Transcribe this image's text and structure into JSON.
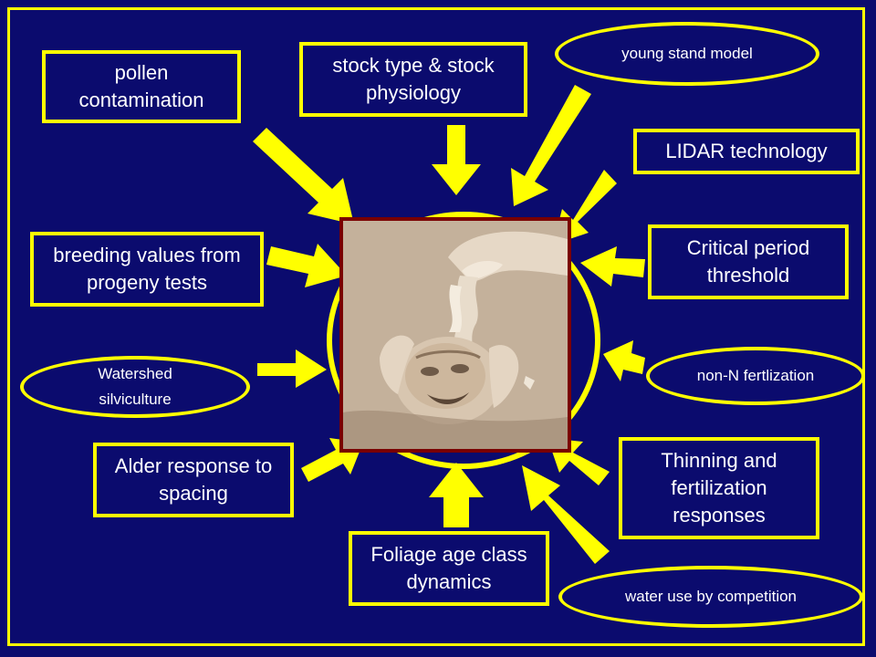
{
  "boxes": {
    "pollen": "pollen contamination",
    "stock_type": "stock type & stock physiology",
    "lidar": "LIDAR technology",
    "breeding": "breeding values from progeny tests",
    "critical_period": "Critical period threshold",
    "alder": "Alder response to spacing",
    "thinning": "Thinning and fertilization responses",
    "foliage": "Foliage age class dynamics"
  },
  "ovals": {
    "young_stand": "young stand model",
    "watershed": "Watershed silviculture",
    "non_n": "non-N fertlization",
    "water_use": "water use by competition"
  },
  "center_image": "photo-of-stressed-person-with-head-in-hands",
  "colors": {
    "background": "#0b0b6e",
    "accent": "#ffff00",
    "text": "#ffffff",
    "image_border": "#7a0000"
  }
}
